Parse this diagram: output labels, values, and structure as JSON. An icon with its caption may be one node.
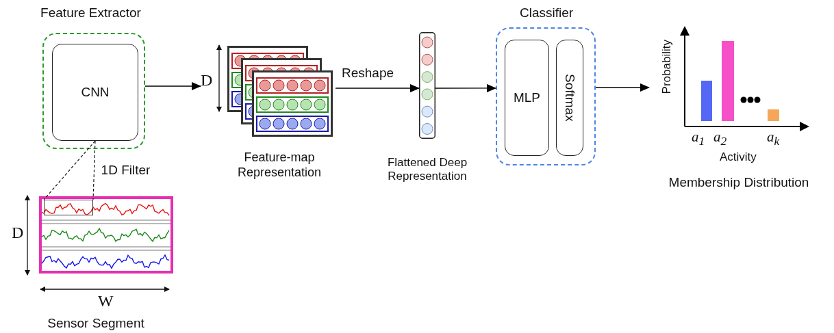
{
  "diagram": {
    "nodes": [
      {
        "text": [
          "Feature Extractor"
        ]
      },
      {
        "text": [
          "CNN"
        ],
        "in": 0
      },
      {
        "text": [
          "Feature-map Representation"
        ],
        "beside": [
          "D"
        ]
      },
      {
        "text": [
          "Flattened Deep Representation"
        ]
      },
      {
        "text": [
          "Classifier"
        ]
      },
      {
        "text": [
          "MLP"
        ],
        "in": 4
      },
      {
        "text": [
          "Softmax"
        ],
        "in": 4
      },
      {
        "text": [
          "Probability",
          "a$_{1}$",
          "a$_{2}$",
          "a$_{k}$",
          "Activity",
          "Membership Distribution"
        ]
      },
      {
        "text": [
          "Sensor Segment"
        ],
        "beside": [
          "D",
          "W"
        ]
      },
      {
        "text": [],
        "shape": "box",
        "in": 8
      }
    ],
    "edges": [
      {
        "from": 0,
        "to": 2,
        "arrow": "to"
      },
      {
        "from": 2,
        "to": 3,
        "arrow": "to",
        "label": "Reshape"
      },
      {
        "from": 3,
        "to": 4,
        "arrow": "to"
      },
      {
        "from": 4,
        "to": 7,
        "arrow": "to"
      },
      {
        "from": 1,
        "to": 9,
        "arrow": "none",
        "style": "dashed"
      },
      {
        "from": 1,
        "to": 9,
        "arrow": "none",
        "style": "dashed",
        "label": "1D Filter"
      }
    ]
  }
}
